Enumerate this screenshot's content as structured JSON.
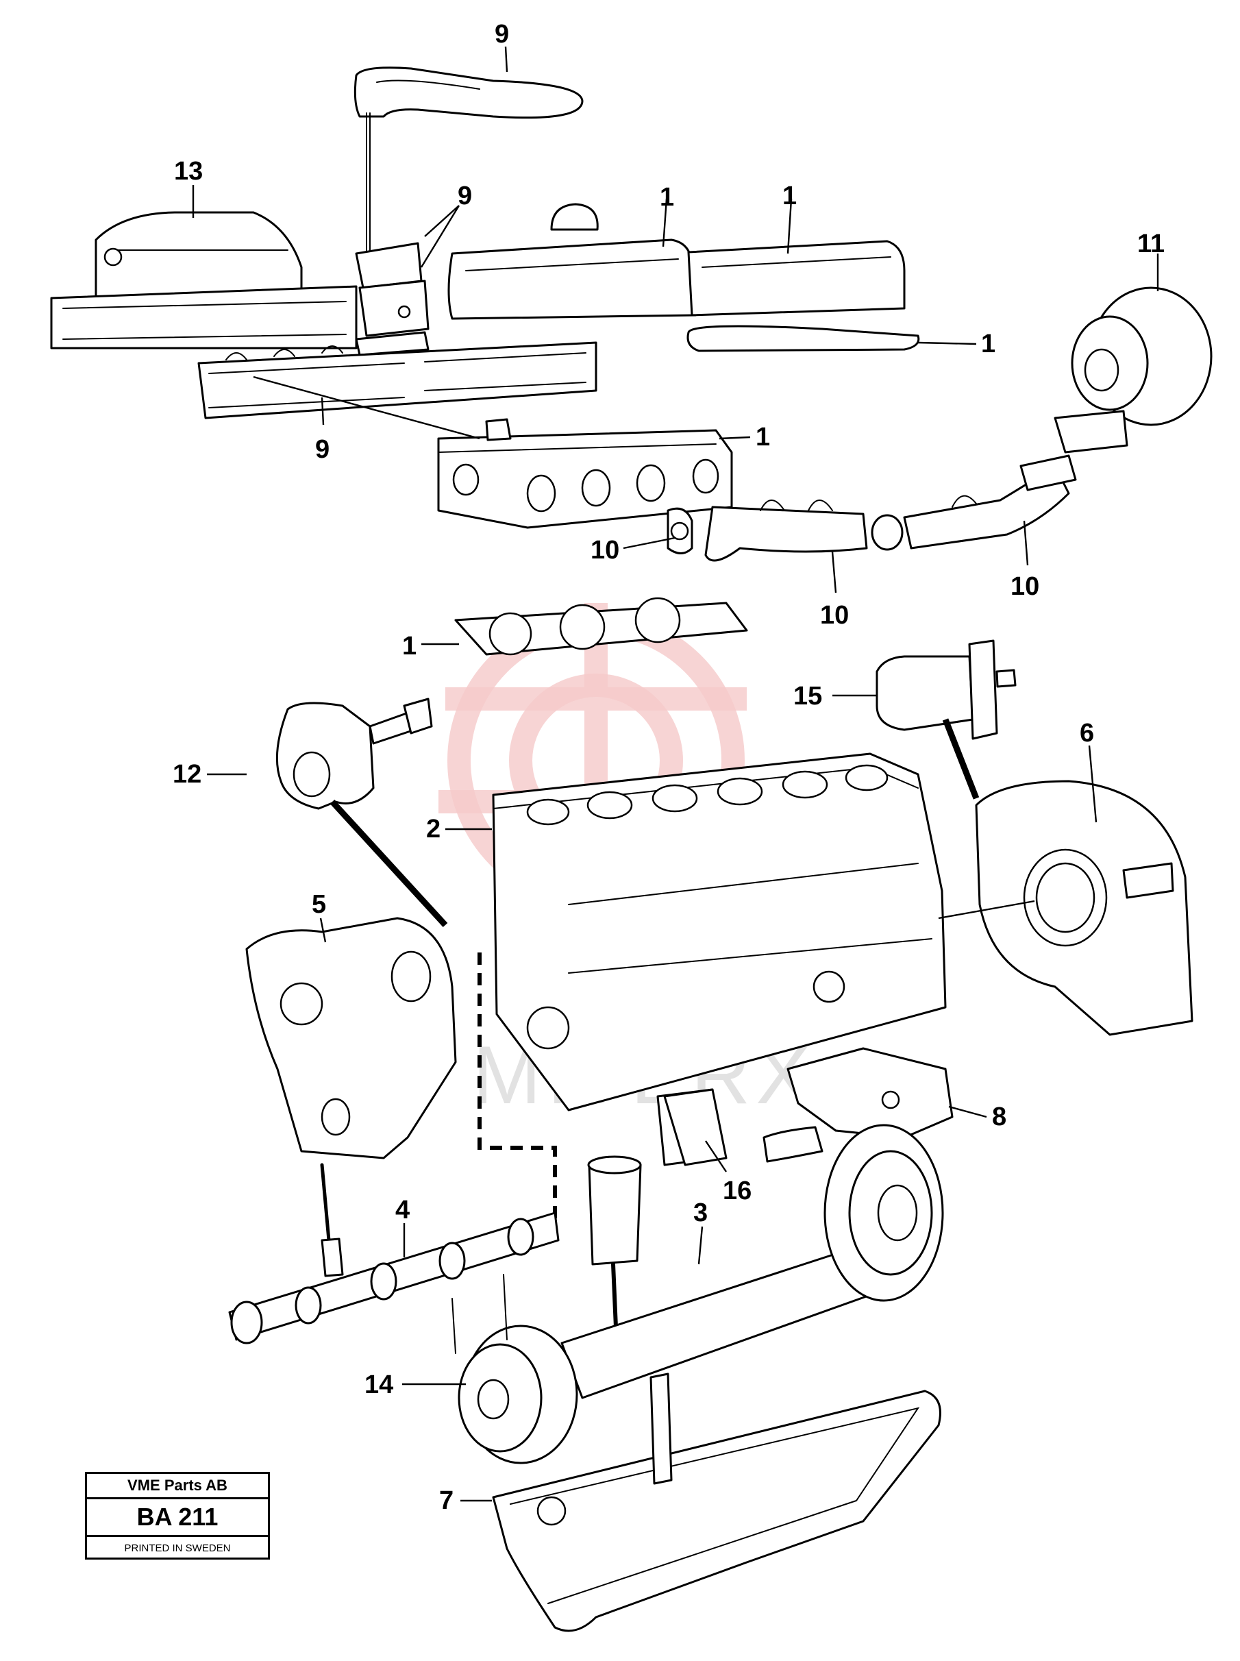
{
  "diagram": {
    "callouts": [
      {
        "id": "c9a",
        "text": "9"
      },
      {
        "id": "c13",
        "text": "13"
      },
      {
        "id": "c9b",
        "text": "9"
      },
      {
        "id": "c1a",
        "text": "1"
      },
      {
        "id": "c1b",
        "text": "1"
      },
      {
        "id": "c11",
        "text": "11"
      },
      {
        "id": "c1c",
        "text": "1"
      },
      {
        "id": "c9c",
        "text": "9"
      },
      {
        "id": "c1d",
        "text": "1"
      },
      {
        "id": "c10a",
        "text": "10"
      },
      {
        "id": "c10b",
        "text": "10"
      },
      {
        "id": "c10c",
        "text": "10"
      },
      {
        "id": "c1e",
        "text": "1"
      },
      {
        "id": "c15",
        "text": "15"
      },
      {
        "id": "c6",
        "text": "6"
      },
      {
        "id": "c12",
        "text": "12"
      },
      {
        "id": "c2",
        "text": "2"
      },
      {
        "id": "c5",
        "text": "5"
      },
      {
        "id": "c8",
        "text": "8"
      },
      {
        "id": "c16",
        "text": "16"
      },
      {
        "id": "c4",
        "text": "4"
      },
      {
        "id": "c3",
        "text": "3"
      },
      {
        "id": "c14",
        "text": "14"
      },
      {
        "id": "c7",
        "text": "7"
      }
    ],
    "watermark": "MITERX"
  },
  "title_block": {
    "company": "VME Parts AB",
    "code": "BA 211",
    "printed": "PRINTED IN SWEDEN"
  },
  "colors": {
    "line": "#000000",
    "background": "#ffffff",
    "watermark_red": "#f5c9c9",
    "watermark_gray": "#e2e2e2"
  }
}
